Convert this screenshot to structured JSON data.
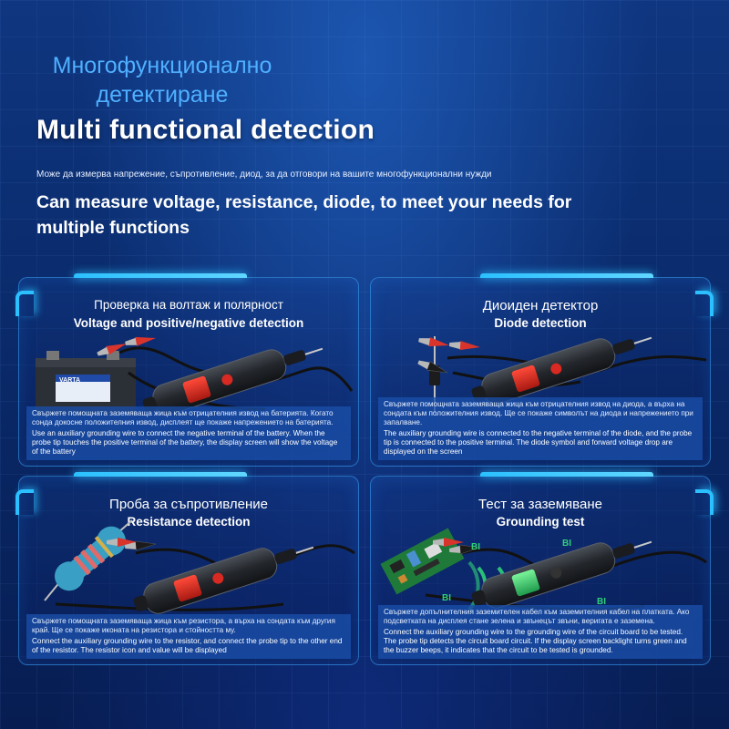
{
  "header": {
    "title_bg": "Многофункционално детектиране",
    "title_en": "Multi functional detection",
    "subtitle_bg": "Може да измерва напрежение, съпротивление, диод, за да отговори на вашите многофункционални нужди",
    "subtitle_en": "Can measure voltage, resistance, diode, to meet your needs for multiple functions"
  },
  "panels": [
    {
      "title_bg": "Проверка на волтаж и полярност",
      "title_en": "Voltage and positive/negative detection",
      "text_bg": "Свържете помощната заземяваща жица към отрицателния извод на батерията. Когато сонда докосне положителния извод, дисплеят ще покаже напрежението на батерията.",
      "text_en": "Use an auxiliary grounding wire to connect the negative terminal of the battery. When the probe tip touches the positive terminal of the battery, the display screen will show the voltage of the battery",
      "battery_brand": "VARTA"
    },
    {
      "title_bg": "Диоиден детектор",
      "title_en": "Diode detection",
      "text_bg": "Свържете помощната заземяваща жица към отрицателния извод на диода, а върха на сондата към положителния извод. Ще се покаже символът на диода и напрежението при запалване.",
      "text_en": "The auxiliary grounding wire is connected to the negative terminal of the diode, and the probe tip is connected to the positive terminal. The diode symbol and forward voltage drop are displayed on the screen"
    },
    {
      "title_bg": "Проба за съпротивление",
      "title_en": "Resistance detection",
      "text_bg": "Свържете помощната заземяваща жица към резистора, а върха на сондата към другия край. Ще се покаже иконата на резистора и стойността му.",
      "text_en": "Connect the auxiliary grounding wire to the resistor, and connect the probe tip to the other end of the resistor. The resistor icon and value will be displayed"
    },
    {
      "title_bg": "Тест за заземяване",
      "title_en": "Grounding test",
      "text_bg": "Свържете допълнителния заземителен кабел към заземителния кабел на платката. Ако подсветката на дисплея стане зелена и звънецът звъни, веригата е заземена.",
      "text_en": "Connect the auxiliary grounding wire to the grounding wire of the circuit board to be tested. The probe tip detects the circuit board circuit. If the display screen backlight turns green and the buzzer beeps, it indicates that the circuit to be tested is grounded.",
      "beep_label": "BI"
    }
  ],
  "colors": {
    "accent": "#2bc0ff",
    "title_blue": "#4fb0ff",
    "display_red": "#e0302a",
    "display_green": "#3dd07a"
  },
  "icons": [
    "probe-tester-icon",
    "battery-icon",
    "diode-icon",
    "resistor-icon",
    "circuit-board-icon",
    "alligator-clip-icon",
    "sound-wave-icon"
  ]
}
